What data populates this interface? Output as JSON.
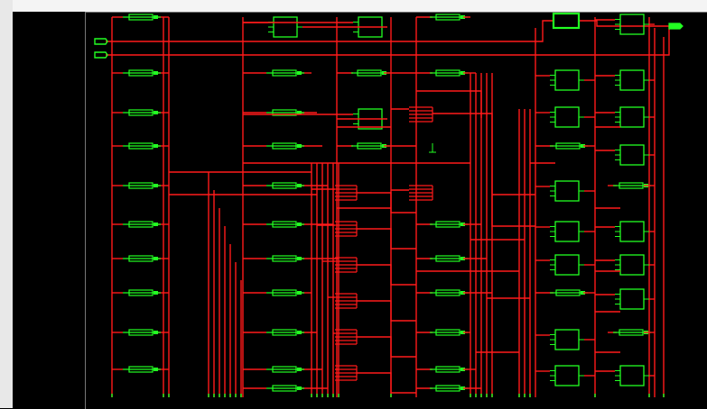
{
  "app": {
    "title": "",
    "view": "schematic"
  },
  "colors": {
    "background": "#000000",
    "wire": "#ff1a1a",
    "cell": "#22ff22",
    "port": "#22ff22",
    "frame": "#9a9a9a"
  },
  "schematic": {
    "input_ports": [
      "",
      ""
    ],
    "output_ports": [
      ""
    ],
    "column_labels": [],
    "cells": {
      "buffers": 34,
      "luts": 20,
      "flip_flops": 12,
      "muxes": 8
    }
  }
}
